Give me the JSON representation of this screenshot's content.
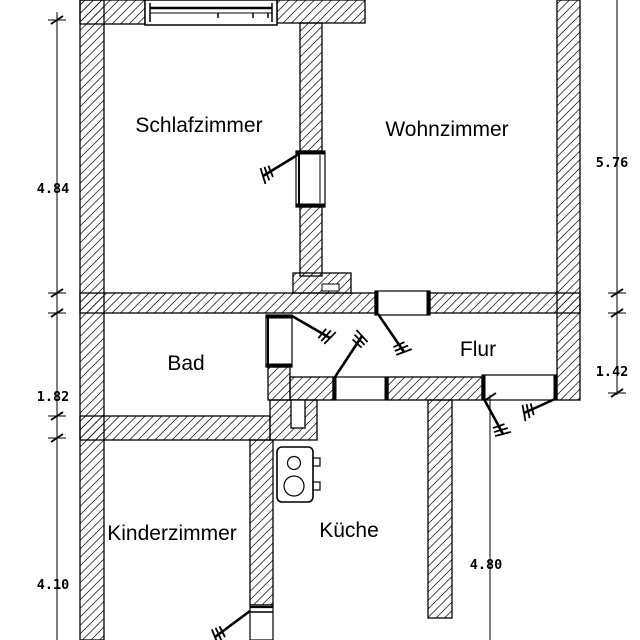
{
  "floor_plan": {
    "rooms": [
      {
        "name": "Schlafzimmer"
      },
      {
        "name": "Wohnzimmer"
      },
      {
        "name": "Bad"
      },
      {
        "name": "Flur"
      },
      {
        "name": "Kinderzimmer"
      },
      {
        "name": "Küche"
      }
    ],
    "dimensions": {
      "left_top": "4.84",
      "left_middle": "1.82",
      "left_bottom": "4.10",
      "right_top": "5.76",
      "right_middle": "1.42",
      "inner_bottom": "4.80"
    },
    "colors": {
      "line": "#000000",
      "background": "#ffffff"
    }
  }
}
